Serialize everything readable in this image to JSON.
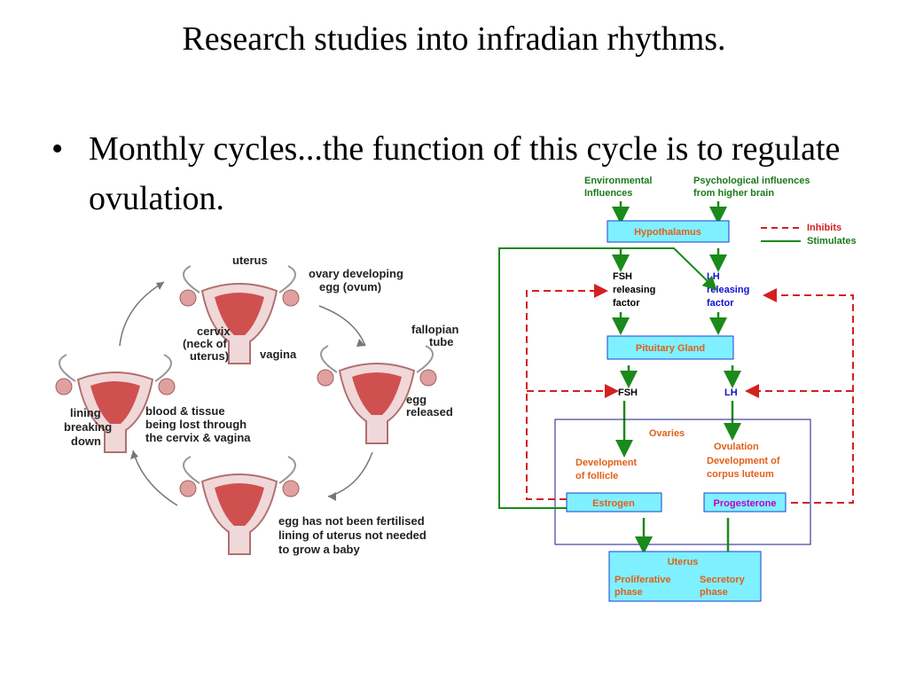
{
  "slide": {
    "title": "Research studies into infradian rhythms.",
    "bullet": "Monthly cycles...the function of this cycle is to regulate ovulation."
  },
  "cycle_diagram": {
    "uterus": "uterus",
    "ovary_line1": "ovary developing",
    "ovary_line2": "egg (ovum)",
    "cervix_line1": "cervix",
    "cervix_line2": "(neck of",
    "cervix_line3": "uterus)",
    "vagina": "vagina",
    "fallopian_line1": "fallopian",
    "fallopian_line2": "tube",
    "egg_released_line1": "egg",
    "egg_released_line2": "released",
    "lining_line1": "lining",
    "lining_line2": "breaking",
    "lining_line3": "down",
    "blood_line1": "blood & tissue",
    "blood_line2": "being lost through",
    "blood_line3": "the cervix & vagina",
    "notfert_line1": "egg has not been fertilised",
    "notfert_line2": "lining of uterus not needed",
    "notfert_line3": "to grow a baby"
  },
  "hormone_diagram": {
    "env_line1": "Environmental",
    "env_line2": "Influences",
    "psych_line1": "Psychological influences",
    "psych_line2": "from higher brain",
    "hypothalamus": "Hypothalamus",
    "legend_inhibits": "Inhibits",
    "legend_stimulates": "Stimulates",
    "fsh_rf_line1": "FSH",
    "fsh_rf_line2": "releasing",
    "fsh_rf_line3": "factor",
    "lh_rf_line1": "LH",
    "lh_rf_line2": "releasing",
    "lh_rf_line3": "factor",
    "pituitary": "Pituitary Gland",
    "fsh": "FSH",
    "lh": "LH",
    "ovaries": "Ovaries",
    "ovulation": "Ovulation",
    "dev_follicle_line1": "Development",
    "dev_follicle_line2": "of  follicle",
    "dev_corpus_line1": "Development of",
    "dev_corpus_line2": "corpus luteum",
    "estrogen": "Estrogen",
    "progesterone": "Progesterone",
    "uterus": "Uterus",
    "prolif_line1": "Proliferative",
    "prolif_line2": "phase",
    "secretory_line1": "Secretory",
    "secretory_line2": "phase"
  },
  "colors": {
    "stimulate_green": "#1a8a1a",
    "inhibit_red": "#d42020",
    "box_fill": "#7ff0ff",
    "box_stroke": "#1a3fd0",
    "orange_text": "#e0601a",
    "purple_text": "#c000c0",
    "blue_text": "#1010d0",
    "green_text": "#1a7a1a"
  }
}
